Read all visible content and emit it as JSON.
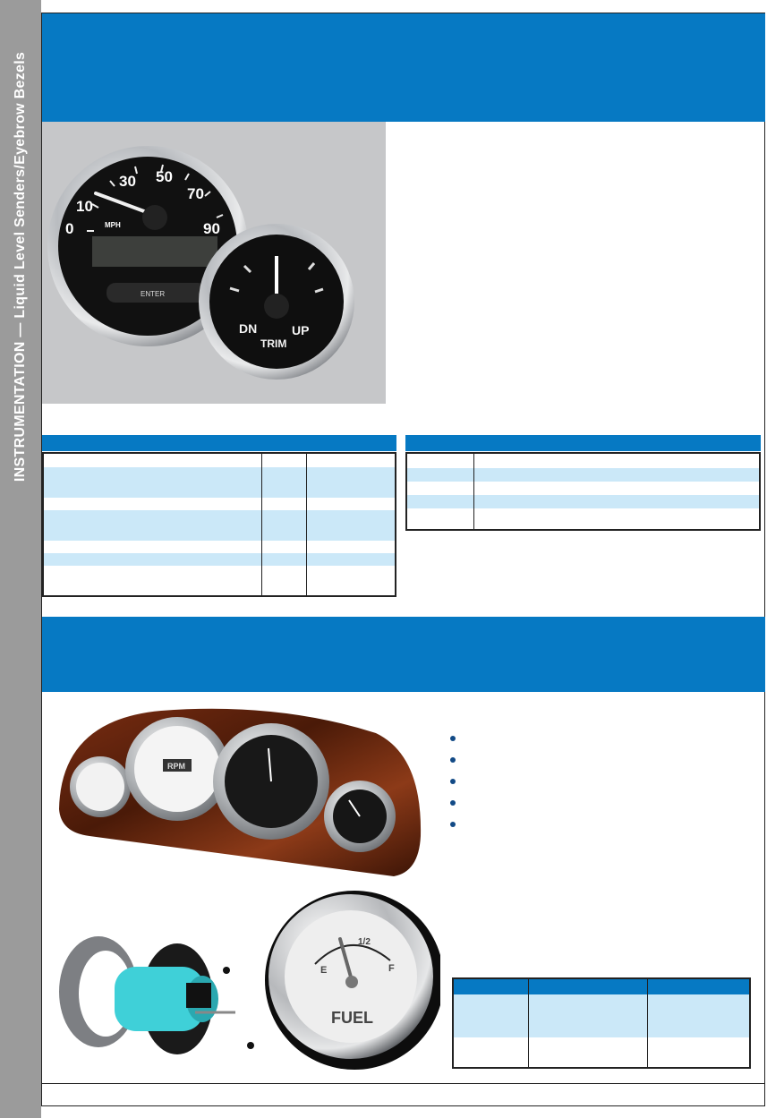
{
  "sidebar": {
    "title": "INSTRUMENTATION — Liquid Level Senders/Eyebrow Bezels"
  },
  "gauge_photo_1": {
    "speedometer_ticks": [
      "0",
      "10",
      "30",
      "50",
      "70",
      "90"
    ],
    "speedometer_unit": "MPH",
    "enter_label": "ENTER",
    "trim_labels": {
      "down": "DN",
      "up": "UP",
      "name": "TRIM"
    }
  },
  "gauge_photo_2": {
    "rpm_label": "RPM",
    "fuel_label": "FUEL",
    "fuel_marks": {
      "empty": "E",
      "half": "1/2",
      "full": "F"
    }
  },
  "colors": {
    "band": "#0679c3",
    "row_highlight": "#cbe8f8",
    "sidebar": "#9b9b9b"
  },
  "icons": [
    "bullet-dot-icon"
  ]
}
